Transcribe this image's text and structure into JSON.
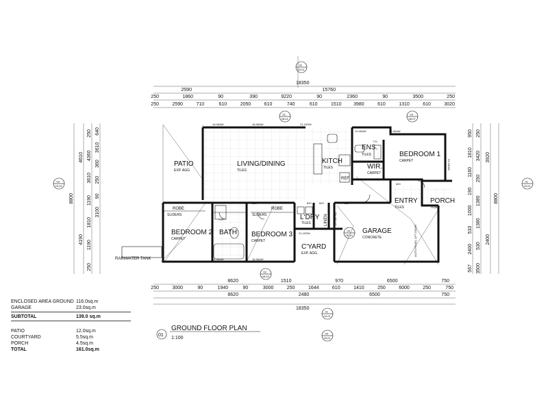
{
  "plan": {
    "title": "GROUND FLOOR PLAN",
    "number": "01",
    "scale": "1:100"
  },
  "rooms": {
    "patio": {
      "name": "PATIO",
      "finish": "EXP. AGG"
    },
    "living": {
      "name": "LIVING/DINING",
      "finish": "TILES"
    },
    "kitchen": {
      "name": "KITCH",
      "finish": "TILES"
    },
    "ens": {
      "name": "ENS.",
      "finish": "TILES"
    },
    "wir": {
      "name": "WIR.",
      "finish": "CARPET"
    },
    "bed1": {
      "name": "BEDROOM 1",
      "finish": "CARPET"
    },
    "entry": {
      "name": "ENTRY",
      "finish": "TILES"
    },
    "porch": {
      "name": "PORCH",
      "finish": "TILES"
    },
    "ref": {
      "name": "REF"
    },
    "robe_left": {
      "name": "ROBE",
      "note": "SLIDERS"
    },
    "robe_mid": {
      "name": "ROBE",
      "note": "SLIDERS"
    },
    "bed2": {
      "name": "BEDROOM 2",
      "finish": "CARPET"
    },
    "bath": {
      "name": "BATH"
    },
    "bed3": {
      "name": "BEDROOM 3",
      "finish": "CARPET"
    },
    "ldry": {
      "name": "L'DRY",
      "finish": "TILES"
    },
    "linen": {
      "name": "LINEN"
    },
    "store": {
      "name": "STORE"
    },
    "courtyard": {
      "name": "C'YARD",
      "finish": "EXP. AGG"
    },
    "garage": {
      "name": "GARAGE",
      "finish": "CONCRETE"
    },
    "garage_door": {
      "note": "AUTO PANEL LIFT DOOR"
    },
    "rainwater": {
      "name": "RAINWATER TANK"
    }
  },
  "door_notes": [
    "820",
    "820",
    "820",
    "820",
    "770",
    "770",
    "820",
    "18-06AW",
    "18-06AW",
    "18-06AW",
    "18-06AW",
    "21-18SW",
    "21-15SW",
    "21-15SW",
    "10-06AW",
    "12-06AW"
  ],
  "section_tags": [
    {
      "top": "02",
      "bottom": "03-01"
    },
    {
      "top": "01",
      "bottom": "08-01"
    },
    {
      "top": "03",
      "bottom": "08-07"
    },
    {
      "top": "03",
      "bottom": "03-02"
    },
    {
      "top": "01",
      "bottom": "03-01"
    },
    {
      "top": "04",
      "bottom": "08-10"
    },
    {
      "top": "02",
      "bottom": "08-04"
    },
    {
      "top": "01",
      "bottom": "04-01"
    },
    {
      "top": "04",
      "bottom": "03-01"
    }
  ],
  "dims": {
    "top_overall": "18350",
    "top_row2": [
      "2590",
      "15760"
    ],
    "top_row3": [
      "250",
      "1860",
      "90",
      "390",
      "9220",
      "90",
      "2360",
      "90",
      "3500",
      "250"
    ],
    "top_row4": [
      "250",
      "2590",
      "710",
      "610",
      "2050",
      "610",
      "740",
      "610",
      "1510",
      "3980",
      "610",
      "1310",
      "610",
      "3020"
    ],
    "bottom_row1": [
      "8620",
      "1510",
      "970",
      "6500",
      "750"
    ],
    "bottom_row2": [
      "250",
      "3000",
      "90",
      "1940",
      "90",
      "3000",
      "250",
      "1644",
      "610",
      "1410",
      "250",
      "6000",
      "250",
      "750"
    ],
    "bottom_row3": [
      "8620",
      "2480",
      "6500",
      "750"
    ],
    "bottom_overall": "18350",
    "left_overall": "8800",
    "left_col2": [
      "4610",
      "4190"
    ],
    "left_col3": [
      "250",
      "4360",
      "3610",
      "1190",
      "1810",
      "1190",
      "250"
    ],
    "left_col4": [
      "640",
      "3610",
      "360",
      "250",
      "90",
      "3100"
    ],
    "right_overall": "8800",
    "right_col1": [
      "950",
      "1810",
      "1160",
      "190",
      "1000",
      "533",
      "2400",
      "567"
    ],
    "right_col2": [
      "250",
      "3420",
      "250",
      "1380",
      "1380",
      "530",
      "3500"
    ],
    "right_col3": [
      "3920",
      "2400"
    ]
  },
  "areas": {
    "enclosed_label": "ENCLOSED AREA GROUND",
    "enclosed_value": "116.0sq.m",
    "garage_label": "GARAGE",
    "garage_value": "23.0sq.m",
    "subtotal_label": "SUBTOTAL",
    "subtotal_value": "139.0 sq.m",
    "patio_label": "PATIO",
    "patio_value": "12.0sq.m",
    "courtyard_label": "COURTYARD",
    "courtyard_value": "5.5sq.m",
    "porch_label": "PORCH",
    "porch_value": "4.5sq.m",
    "total_label": "TOTAL",
    "total_value": "161.0sq.m"
  }
}
